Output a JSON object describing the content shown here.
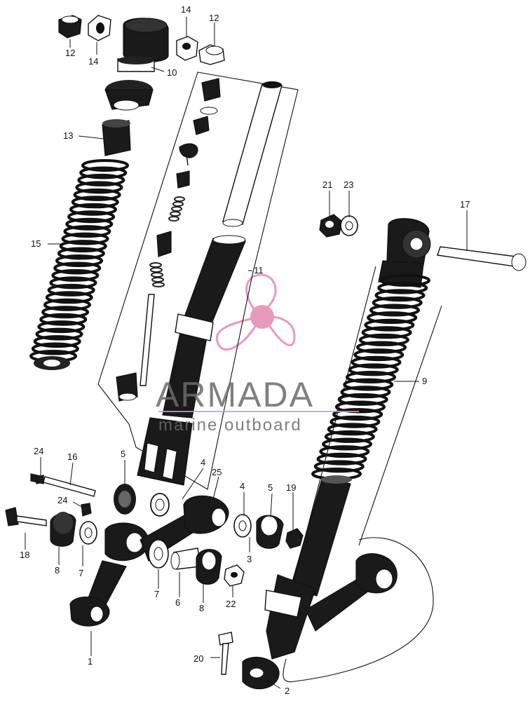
{
  "watermark": {
    "brand": "ARMADA",
    "tagline": "marine outboard",
    "logo_color": "#e58fb8",
    "text_color": "#6b6b6b"
  },
  "callouts": [
    {
      "id": "c12a",
      "text": "12"
    },
    {
      "id": "c14a",
      "text": "14"
    },
    {
      "id": "c14b",
      "text": "14"
    },
    {
      "id": "c12b",
      "text": "12"
    },
    {
      "id": "c10",
      "text": "10"
    },
    {
      "id": "c13",
      "text": "13"
    },
    {
      "id": "c15",
      "text": "15"
    },
    {
      "id": "c11",
      "text": "11"
    },
    {
      "id": "c21",
      "text": "21"
    },
    {
      "id": "c23",
      "text": "23"
    },
    {
      "id": "c17",
      "text": "17"
    },
    {
      "id": "c9",
      "text": "9"
    },
    {
      "id": "c24a",
      "text": "24"
    },
    {
      "id": "c16",
      "text": "16"
    },
    {
      "id": "c5a",
      "text": "5"
    },
    {
      "id": "c4a",
      "text": "4"
    },
    {
      "id": "c25",
      "text": "25"
    },
    {
      "id": "c24b",
      "text": "24"
    },
    {
      "id": "c18",
      "text": "18"
    },
    {
      "id": "c8a",
      "text": "8"
    },
    {
      "id": "c7a",
      "text": "7"
    },
    {
      "id": "c4b",
      "text": "4"
    },
    {
      "id": "c5b",
      "text": "5"
    },
    {
      "id": "c19",
      "text": "19"
    },
    {
      "id": "c3",
      "text": "3"
    },
    {
      "id": "c7b",
      "text": "7"
    },
    {
      "id": "c6",
      "text": "6"
    },
    {
      "id": "c8b",
      "text": "8"
    },
    {
      "id": "c22",
      "text": "22"
    },
    {
      "id": "c1",
      "text": "1"
    },
    {
      "id": "c20",
      "text": "20"
    },
    {
      "id": "c2",
      "text": "2"
    }
  ]
}
